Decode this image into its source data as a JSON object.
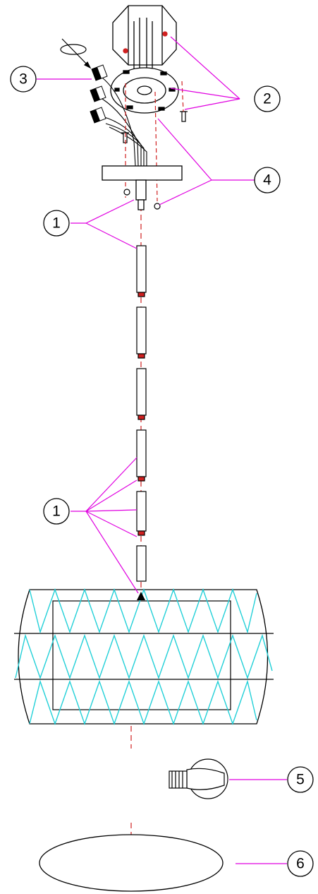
{
  "callouts": {
    "one_top": "1",
    "one_bottom": "1",
    "two": "2",
    "three": "3",
    "four": "4",
    "five": "5",
    "six": "6"
  },
  "colors": {
    "leader": "#e000e0",
    "pattern": "#22d0d8",
    "axis": "#d02020",
    "line": "#000000"
  }
}
